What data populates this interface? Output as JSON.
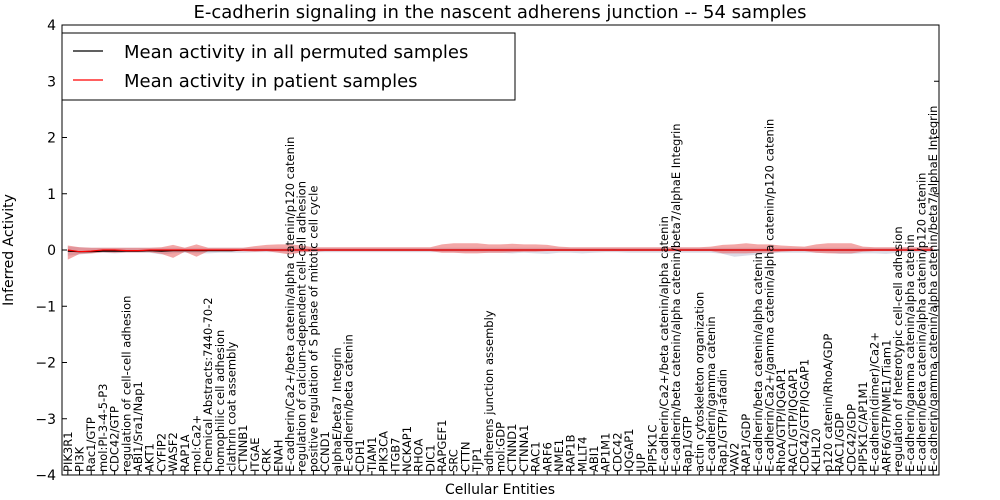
{
  "chart_data": {
    "type": "line",
    "title": "E-cadherin signaling in the nascent adherens junction -- 54 samples",
    "xlabel": "Cellular Entities",
    "ylabel": "Inferred Activity",
    "ylim": [
      -4,
      4
    ],
    "yticks": [
      -4,
      -3,
      -2,
      -1,
      0,
      1,
      2,
      3,
      4
    ],
    "ytick_labels": [
      "−4",
      "−3",
      "−2",
      "−1",
      "0",
      "1",
      "2",
      "3",
      "4"
    ],
    "legend_position": "top-left",
    "categories": [
      "PIK3R1",
      "PI3K",
      "Rac1/GTP",
      "mol:PI-3-4-5-P3",
      "CDC42/GTP",
      "regulation of cell-cell adhesion",
      "ABI1/Sra1/Nap1",
      "AKT1",
      "CYFIP2",
      "WASF2",
      "RAP1A",
      "mol:Ca2+",
      "Chemical Abstracts:7440-70-2",
      "homophilic cell adhesion",
      "clathrin coat assembly",
      "CTNNB1",
      "ITGAE",
      "CRK",
      "ENAH",
      "E-cadherin/Ca2+/beta catenin/alpha catenin/p120 catenin",
      "regulation of calcium-dependent cell-cell adhesion",
      "positive regulation of S phase of mitotic cell cycle",
      "CCND1",
      "alphaE/beta7 Integrin",
      "E-cadherin/beta catenin",
      "CDH1",
      "TIAM1",
      "PIK3CA",
      "ITGB7",
      "NCKAP1",
      "RHOA",
      "DIC1",
      "RAPGEF1",
      "SRC",
      "CTTN",
      "TJP1",
      "adherens junction assembly",
      "mol:GDP",
      "CTNND1",
      "CTNNA1",
      "RAC1",
      "ARF6",
      "NME1",
      "RAP1B",
      "MLLT4",
      "ABI1",
      "AP1M1",
      "CDC42",
      "IQGAP1",
      "JUP",
      "PIP5K1C",
      "E-cadherin/Ca2+/beta catenin/alpha catenin",
      "E-cadherin/beta catenin/alpha catenin/beta7/alphaE Integrin",
      "Rap1/GTP",
      "actin cytoskeleton organization",
      "E-cadherin/gamma catenin",
      "Rap1/GTP/I-afadin",
      "VAV2",
      "RAP1/GDP",
      "E-cadherin/beta catenin/alpha catenin",
      "E-cadherin/Ca2+/gamma catenin/alpha catenin/p120 catenin",
      "RhoA/GTP/IQGAP1",
      "RAC1/GTP/IQGAP1",
      "CDC42/GTP/IQGAP1",
      "KLHL20",
      "p120 catenin/RhoA/GDP",
      "RAC1/GDP",
      "CDC42/GDP",
      "PIP5K1C/AP1M1",
      "E-cadherin(dimer)/Ca2+",
      "ARF6/GTP/NME1/Tiam1",
      "regulation of heterotypic cell-cell adhesion",
      "E-cadherin/gamma catenin/alpha catenin",
      "E-cadherin/beta catenin/alpha catenin/p120 catenin",
      "E-cadherin/gamma catenin/alpha catenin/beta7/alphaE Integrin"
    ],
    "series": [
      {
        "name": "Mean activity in all permuted samples",
        "color": "#000000",
        "values": [
          -0.02,
          -0.03,
          -0.03,
          -0.02,
          -0.02,
          -0.02,
          -0.02,
          -0.01,
          -0.02,
          -0.01,
          -0.01,
          -0.01,
          -0.01,
          -0.01,
          -0.01,
          0.0,
          0.0,
          0.0,
          0.0,
          0.0,
          0.0,
          0.0,
          0.0,
          0.0,
          0.0,
          0.0,
          0.0,
          0.0,
          0.0,
          0.0,
          0.0,
          0.0,
          0.0,
          0.0,
          0.0,
          0.0,
          0.0,
          0.0,
          0.0,
          0.0,
          0.0,
          0.0,
          0.0,
          0.0,
          0.0,
          0.0,
          0.0,
          0.0,
          0.0,
          0.0,
          0.0,
          0.0,
          0.0,
          0.0,
          0.0,
          0.0,
          0.0,
          0.0,
          0.0,
          0.0,
          0.0,
          0.0,
          0.0,
          0.0,
          0.0,
          0.0,
          0.0,
          0.0,
          0.0,
          0.0,
          0.0,
          0.0,
          0.0,
          0.0,
          0.0
        ],
        "band_low": [
          -0.1,
          -0.08,
          -0.06,
          -0.05,
          -0.06,
          -0.05,
          -0.05,
          -0.05,
          -0.08,
          -0.06,
          -0.05,
          -0.06,
          -0.06,
          -0.05,
          -0.05,
          -0.05,
          -0.04,
          -0.04,
          -0.04,
          -0.04,
          -0.04,
          -0.04,
          -0.04,
          -0.04,
          -0.04,
          -0.04,
          -0.04,
          -0.04,
          -0.04,
          -0.04,
          -0.04,
          -0.04,
          -0.04,
          -0.04,
          -0.04,
          -0.04,
          -0.05,
          -0.05,
          -0.06,
          -0.05,
          -0.06,
          -0.07,
          -0.05,
          -0.05,
          -0.06,
          -0.05,
          -0.04,
          -0.04,
          -0.05,
          -0.05,
          -0.05,
          -0.05,
          -0.05,
          -0.05,
          -0.05,
          -0.05,
          -0.07,
          -0.12,
          -0.1,
          -0.08,
          -0.06,
          -0.05,
          -0.05,
          -0.05,
          -0.05,
          -0.05,
          -0.07,
          -0.07,
          -0.06,
          -0.06,
          -0.07,
          -0.05,
          -0.05,
          -0.05,
          -0.05
        ],
        "band_high": [
          0.06,
          0.05,
          0.04,
          0.04,
          0.04,
          0.04,
          0.04,
          0.04,
          0.04,
          0.04,
          0.04,
          0.04,
          0.04,
          0.04,
          0.04,
          0.04,
          0.04,
          0.04,
          0.04,
          0.04,
          0.04,
          0.04,
          0.04,
          0.04,
          0.04,
          0.04,
          0.04,
          0.04,
          0.04,
          0.04,
          0.04,
          0.04,
          0.04,
          0.04,
          0.04,
          0.04,
          0.04,
          0.04,
          0.04,
          0.04,
          0.04,
          0.04,
          0.04,
          0.04,
          0.04,
          0.04,
          0.04,
          0.04,
          0.04,
          0.04,
          0.04,
          0.04,
          0.04,
          0.04,
          0.04,
          0.04,
          0.04,
          0.04,
          0.04,
          0.04,
          0.04,
          0.04,
          0.04,
          0.04,
          0.04,
          0.04,
          0.04,
          0.04,
          0.04,
          0.04,
          0.04,
          0.04,
          0.04,
          0.04,
          0.04
        ]
      },
      {
        "name": "Mean activity in patient samples",
        "color": "#ff0000",
        "values": [
          0.0,
          -0.03,
          -0.02,
          0.0,
          0.0,
          -0.01,
          -0.01,
          0.0,
          0.0,
          0.0,
          0.0,
          0.0,
          0.0,
          0.0,
          0.0,
          0.0,
          0.0,
          0.0,
          0.0,
          0.0,
          0.0,
          0.0,
          0.0,
          0.0,
          0.0,
          0.0,
          0.0,
          0.0,
          0.0,
          0.0,
          0.0,
          0.0,
          0.0,
          0.0,
          0.0,
          0.0,
          0.0,
          0.0,
          0.0,
          0.0,
          0.0,
          0.0,
          0.0,
          0.0,
          0.0,
          0.0,
          0.0,
          0.0,
          0.0,
          0.0,
          0.0,
          0.0,
          0.0,
          0.0,
          0.0,
          0.0,
          0.0,
          0.0,
          0.0,
          0.0,
          0.0,
          0.0,
          0.0,
          0.0,
          0.0,
          0.0,
          0.0,
          0.0,
          0.0,
          0.0,
          0.0,
          0.0,
          0.0,
          0.0,
          0.0
        ],
        "band_low": [
          -0.17,
          -0.07,
          -0.06,
          -0.04,
          -0.05,
          -0.04,
          -0.04,
          -0.04,
          -0.07,
          -0.14,
          -0.03,
          -0.12,
          -0.02,
          -0.02,
          -0.02,
          -0.02,
          -0.03,
          -0.02,
          -0.05,
          -0.08,
          -0.04,
          -0.03,
          -0.02,
          -0.02,
          -0.02,
          -0.02,
          -0.02,
          -0.02,
          -0.02,
          -0.02,
          -0.02,
          -0.02,
          -0.05,
          -0.05,
          -0.06,
          -0.06,
          -0.05,
          -0.05,
          -0.04,
          -0.03,
          -0.03,
          -0.02,
          -0.02,
          -0.02,
          -0.02,
          -0.02,
          -0.02,
          -0.02,
          -0.02,
          -0.02,
          -0.02,
          -0.02,
          -0.02,
          -0.02,
          -0.02,
          -0.02,
          -0.06,
          -0.06,
          -0.06,
          -0.05,
          -0.05,
          -0.03,
          -0.02,
          -0.02,
          -0.05,
          -0.06,
          -0.06,
          -0.06,
          -0.03,
          -0.02,
          -0.02,
          -0.02,
          -0.02,
          -0.02,
          -0.02
        ],
        "band_high": [
          0.08,
          0.05,
          0.04,
          0.04,
          0.04,
          0.04,
          0.04,
          0.04,
          0.05,
          0.09,
          0.04,
          0.1,
          0.04,
          0.04,
          0.04,
          0.04,
          0.07,
          0.09,
          0.1,
          0.1,
          0.08,
          0.05,
          0.05,
          0.05,
          0.05,
          0.05,
          0.05,
          0.05,
          0.05,
          0.05,
          0.05,
          0.05,
          0.1,
          0.12,
          0.12,
          0.12,
          0.1,
          0.1,
          0.11,
          0.1,
          0.1,
          0.09,
          0.06,
          0.05,
          0.05,
          0.05,
          0.05,
          0.05,
          0.05,
          0.05,
          0.05,
          0.05,
          0.05,
          0.05,
          0.05,
          0.06,
          0.09,
          0.1,
          0.12,
          0.1,
          0.1,
          0.08,
          0.07,
          0.06,
          0.1,
          0.12,
          0.12,
          0.12,
          0.06,
          0.05,
          0.05,
          0.05,
          0.05,
          0.05,
          0.05
        ]
      }
    ]
  }
}
